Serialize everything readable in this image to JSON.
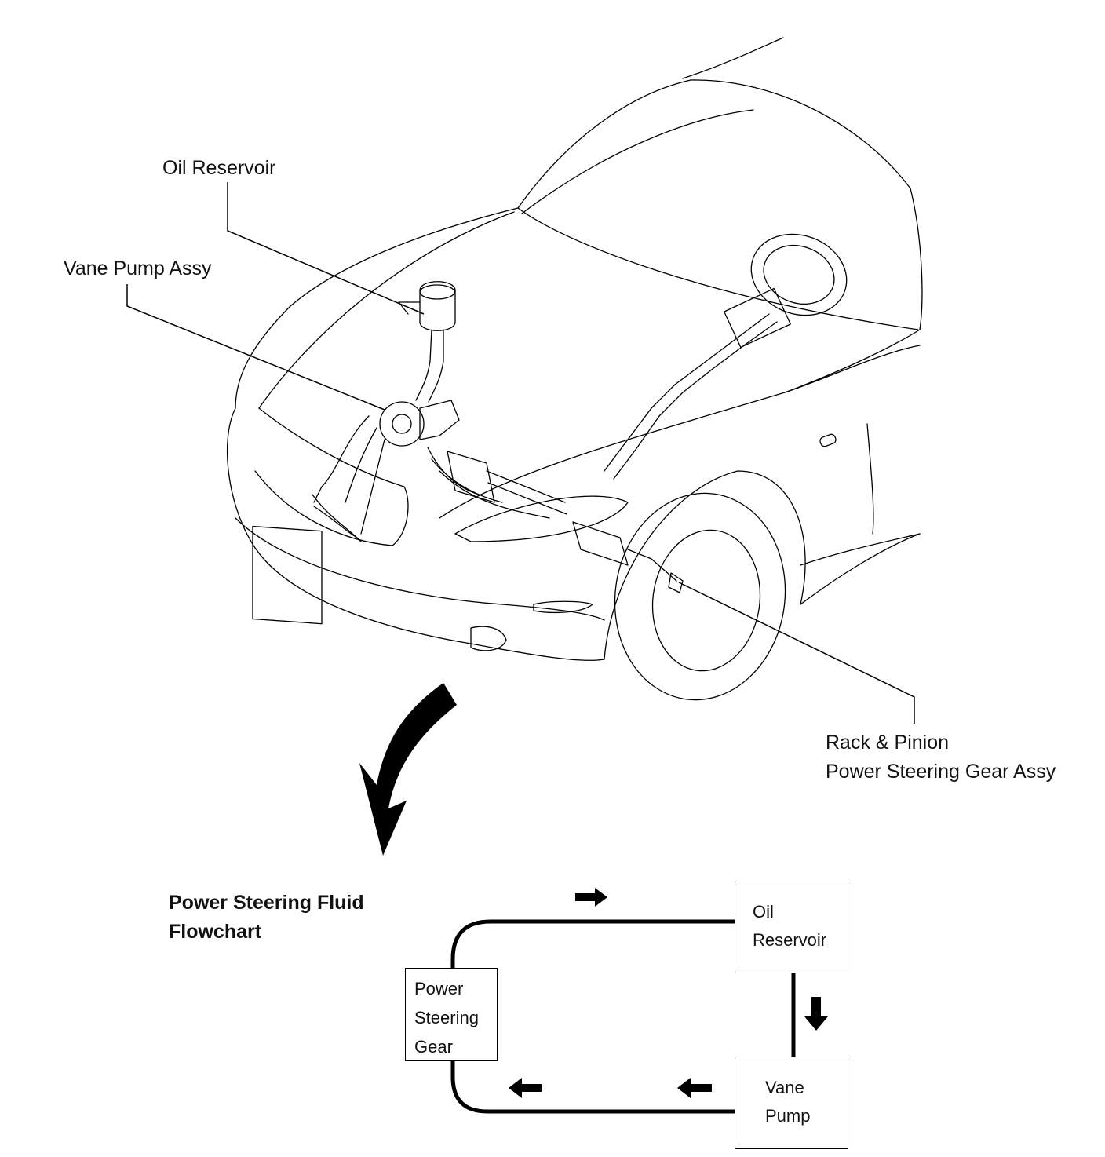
{
  "callouts": {
    "oil_reservoir": "Oil Reservoir",
    "vane_pump_assy": "Vane Pump Assy",
    "rack_pinion_line1": "Rack & Pinion",
    "rack_pinion_line2": "Power Steering Gear Assy"
  },
  "flowchart": {
    "title_line1": "Power Steering Fluid",
    "title_line2": "Flowchart",
    "oil_reservoir_line1": "Oil",
    "oil_reservoir_line2": "Reservoir",
    "vane_pump_line1": "Vane",
    "vane_pump_line2": "Pump",
    "gear_line1": "Power",
    "gear_line2": "Steering",
    "gear_line3": "Gear"
  },
  "icons": [
    "curved-arrow-icon",
    "arrow-right-icon",
    "arrow-down-icon",
    "arrow-left-icon"
  ]
}
